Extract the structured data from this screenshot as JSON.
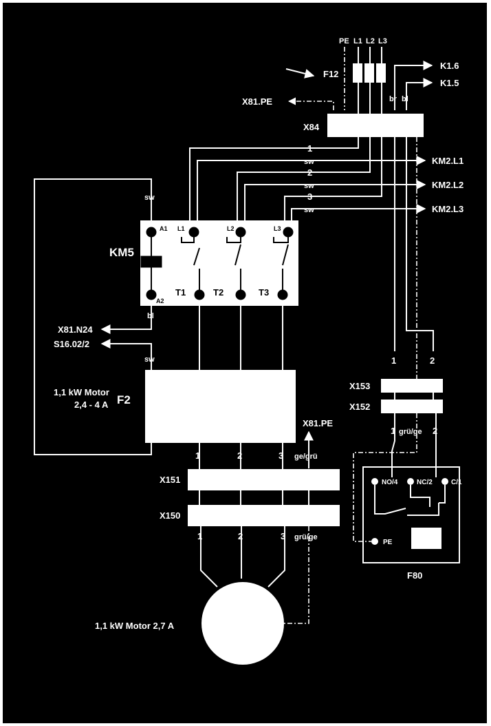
{
  "colors": {
    "background": "#000000",
    "foreground": "#ffffff",
    "frame": "#ffffff"
  },
  "supply": {
    "pe": "PE",
    "l1": "L1",
    "l2": "L2",
    "l3": "L3"
  },
  "f12": "F12",
  "k16": "K1.6",
  "k15": "K1.5",
  "br": "br",
  "bl_top": "bl",
  "x81pe_top": "X81.PE",
  "x84": "X84",
  "wires": {
    "w1": "1",
    "sw1": "sw",
    "w2": "2",
    "sw2": "sw",
    "w3": "3",
    "sw3": "sw",
    "sw_left": "sw",
    "bl_a2": "bl",
    "sw_f2": "sw"
  },
  "km2": {
    "l1": "KM2.L1",
    "l2": "KM2.L2",
    "l3": "KM2.L3"
  },
  "km5": {
    "name": "KM5",
    "a1": "A1",
    "a2": "A2",
    "l1": "L1",
    "l2": "L2",
    "l3": "L3",
    "t1": "T1",
    "t2": "T2",
    "t3": "T3"
  },
  "x81n24": "X81.N24",
  "s16": "S16.02/2",
  "f2": {
    "name": "F2",
    "rating_line1": "1,1 kW Motor",
    "rating_line2": "2,4 - 4 A"
  },
  "x81pe_mid": "X81.PE",
  "f2_out": {
    "t1": "1",
    "t2": "2",
    "t3": "3",
    "gegr": "ge/grü"
  },
  "x151": "X151",
  "x150": "X150",
  "motor_term": {
    "t1": "1",
    "t2": "2",
    "t3": "3",
    "grge": "grü/ge"
  },
  "motor": "1,1 kW Motor 2,7 A",
  "x153": {
    "name": "X153",
    "t1": "1",
    "t2": "2"
  },
  "x152": {
    "name": "X152",
    "t1": "1",
    "grge": "grü/ge",
    "t2": "2"
  },
  "f80": {
    "name": "F80",
    "no": "NO/4",
    "nc": "NC/2",
    "c": "C/1",
    "pe": "PE"
  }
}
